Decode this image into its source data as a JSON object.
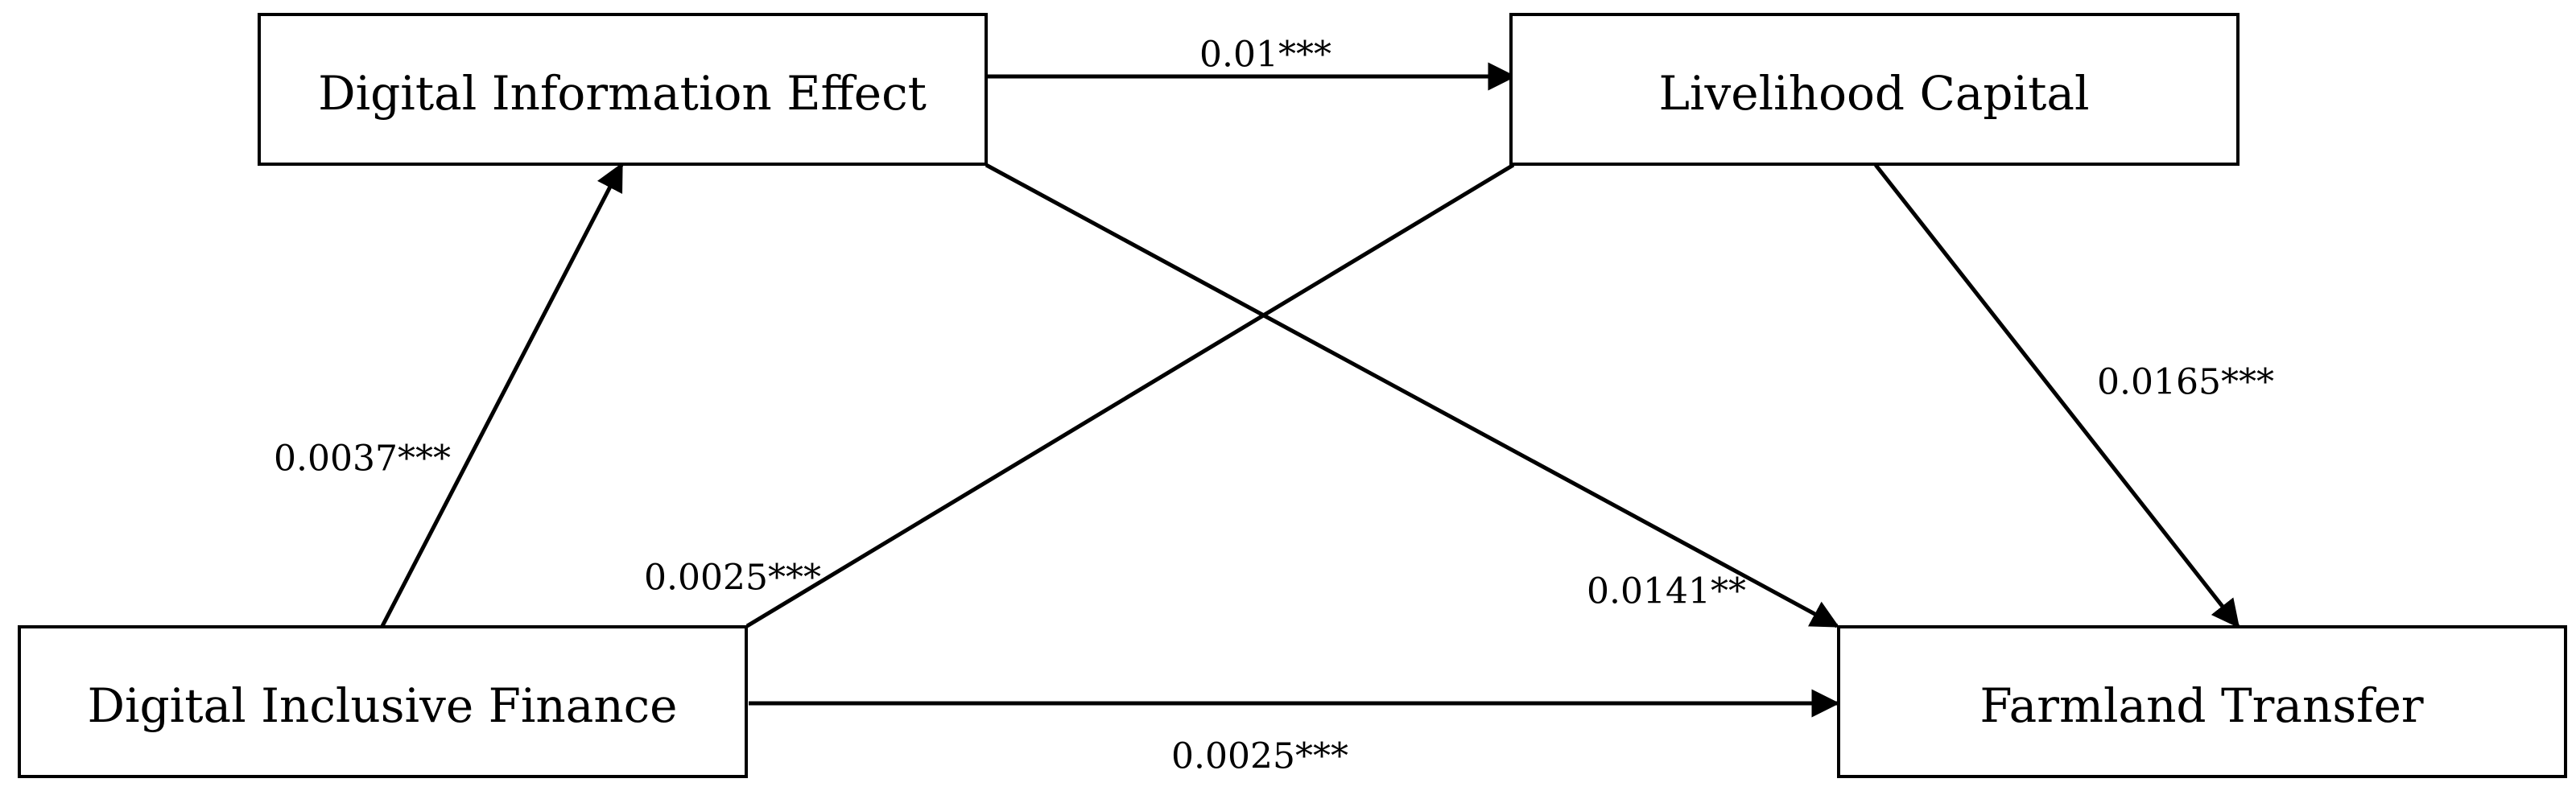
{
  "nodes": {
    "digital_information_effect": "Digital Information Effect",
    "livelihood_capital": "Livelihood Capital",
    "digital_inclusive_finance": "Digital Inclusive Finance",
    "farmland_transfer": "Farmland Transfer"
  },
  "edges": {
    "die_to_lc": "0.01***",
    "dif_to_die": "0.0037***",
    "dif_to_lc": "0.0025***",
    "die_to_ft": "0.0141**",
    "lc_to_ft": "0.0165***",
    "dif_to_ft": "0.0025***"
  }
}
